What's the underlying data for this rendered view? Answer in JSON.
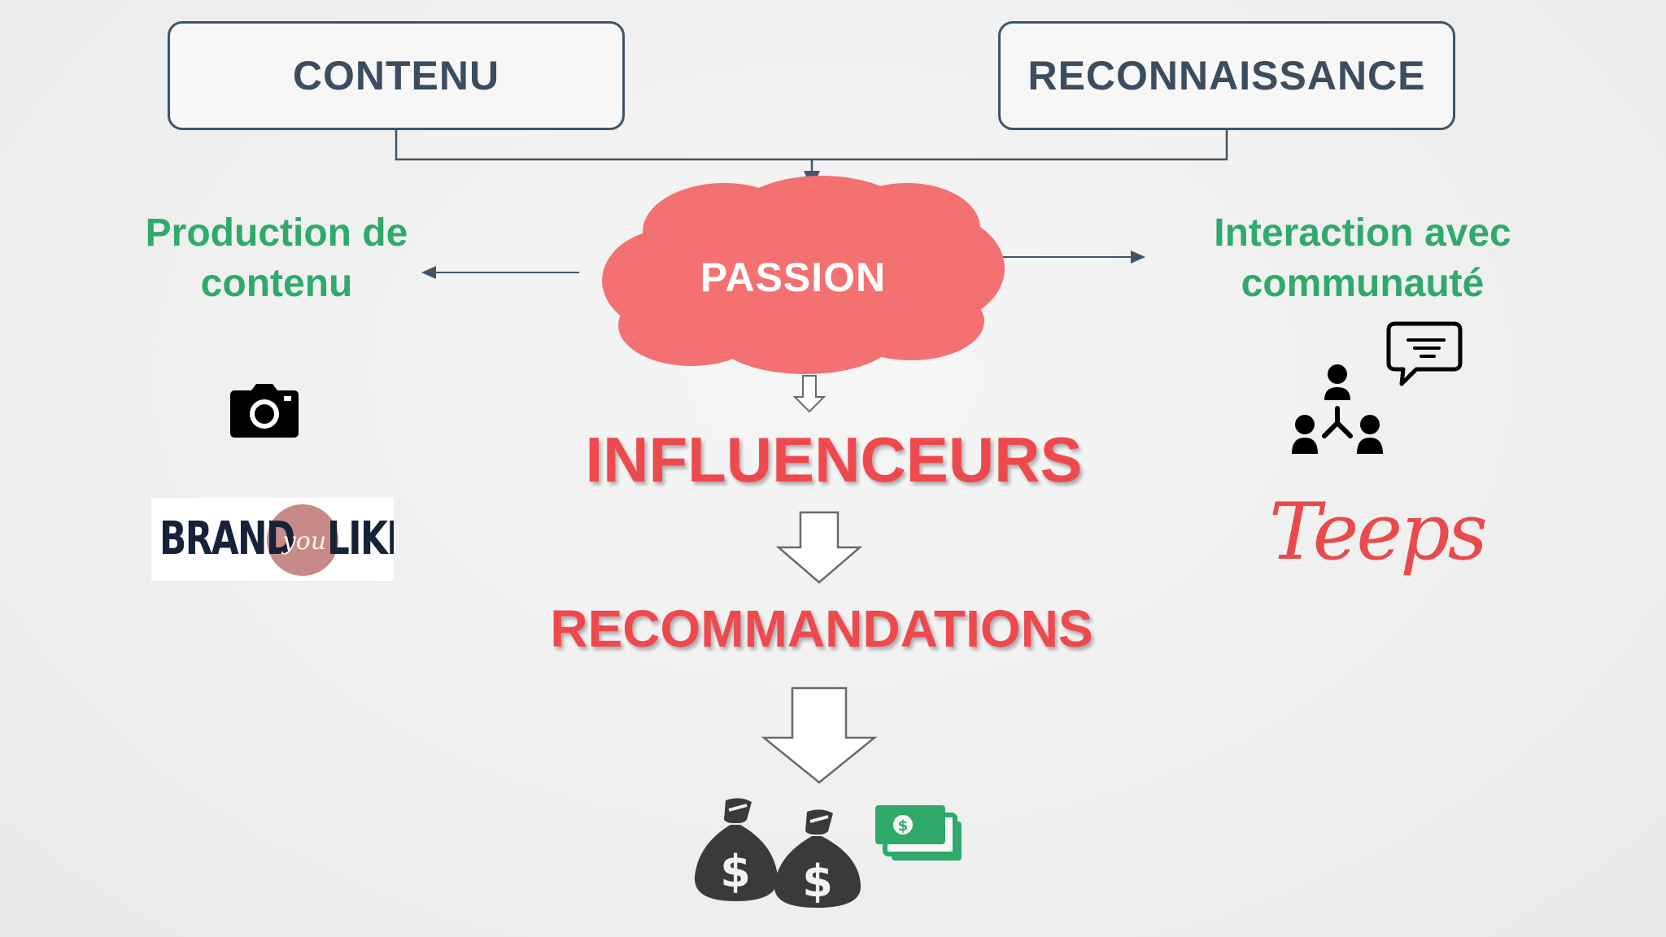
{
  "top_boxes": {
    "left": "CONTENU",
    "right": "RECONNAISSANCE"
  },
  "center": {
    "passion": "PASSION",
    "influenceurs": "INFLUENCEURS",
    "recommandations": "RECOMMANDATIONS"
  },
  "side_labels": {
    "left": "Production de contenu",
    "right": "Interaction avec communauté"
  },
  "logos": {
    "brand_you_like": {
      "part1": "BRAND",
      "part2": "you",
      "part3": "LIKE"
    },
    "teeps": "Teeps"
  },
  "icons": [
    "camera-icon",
    "chat-bubble-icon",
    "network-people-icon",
    "money-bags-icon",
    "cash-bills-icon"
  ],
  "colors": {
    "box_border": "#3f5468",
    "green": "#2faa6b",
    "red": "#ee4a4e",
    "cloud": "#f47172"
  }
}
